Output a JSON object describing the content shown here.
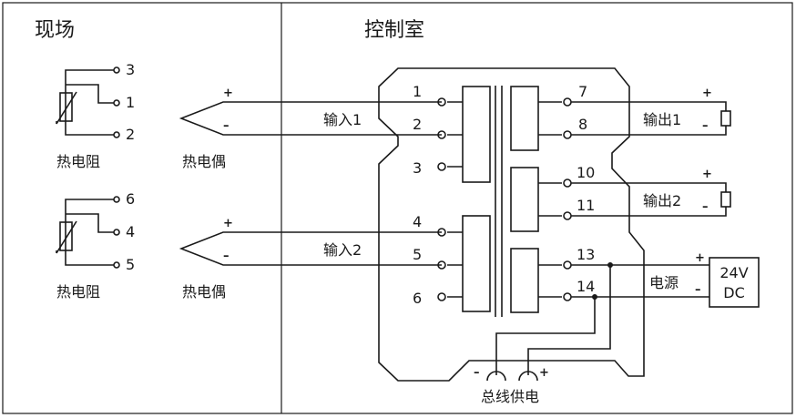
{
  "sections": {
    "field": "现场",
    "control_room": "控制室"
  },
  "field_devices": {
    "rtd_top": {
      "label": "热电阻",
      "terminals": [
        "3",
        "1",
        "2"
      ]
    },
    "tc_top": {
      "label": "热电偶",
      "plus": "+",
      "minus": "–"
    },
    "rtd_bottom": {
      "label": "热电阻",
      "terminals": [
        "6",
        "4",
        "5"
      ]
    },
    "tc_bottom": {
      "label": "热电偶",
      "plus": "+",
      "minus": "–"
    }
  },
  "inputs": {
    "input1": {
      "label": "输入1",
      "terminals": [
        "1",
        "2",
        "3"
      ]
    },
    "input2": {
      "label": "输入2",
      "terminals": [
        "4",
        "5",
        "6"
      ]
    }
  },
  "outputs": {
    "output1": {
      "label": "输出1",
      "terminals": [
        "7",
        "8"
      ],
      "plus": "+",
      "minus": "–"
    },
    "output2": {
      "label": "输出2",
      "terminals": [
        "10",
        "11"
      ],
      "plus": "+",
      "minus": "–"
    }
  },
  "power": {
    "label": "电源",
    "terminals": [
      "13",
      "14"
    ],
    "plus": "+",
    "minus": "–",
    "supply_line1": "24V",
    "supply_line2": "DC"
  },
  "bus_power": {
    "label": "总线供电",
    "minus": "–",
    "plus": "+"
  }
}
